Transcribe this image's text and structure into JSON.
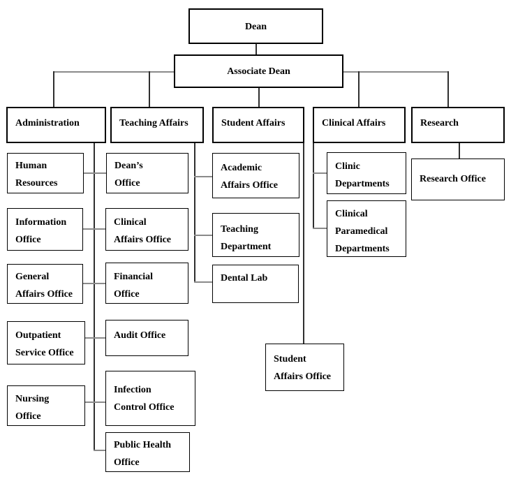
{
  "nodes": {
    "dean": {
      "label": "Dean"
    },
    "associate_dean": {
      "label": "Associate Dean"
    },
    "administration": {
      "label": "Administration"
    },
    "teaching_affairs": {
      "label": "Teaching Affairs"
    },
    "student_affairs": {
      "label": "Student Affairs"
    },
    "clinical_affairs": {
      "label": "Clinical Affairs"
    },
    "research": {
      "label": "Research"
    },
    "human_resources": {
      "label": "Human\nResources"
    },
    "information_office": {
      "label": "Information\nOffice"
    },
    "general_affairs_office": {
      "label": "General\nAffairs Office"
    },
    "outpatient_service_office": {
      "label": "Outpatient\nService Office"
    },
    "nursing_office": {
      "label": "Nursing\nOffice"
    },
    "deans_office": {
      "label": "Dean’s\nOffice"
    },
    "clinical_affairs_office": {
      "label": "Clinical\nAffairs Office"
    },
    "financial_office": {
      "label": "Financial\nOffice"
    },
    "audit_office": {
      "label": "Audit Office"
    },
    "infection_control_office": {
      "label": "Infection\nControl Office"
    },
    "public_health_office": {
      "label": "Public Health\nOffice"
    },
    "academic_affairs_office": {
      "label": "Academic\nAffairs Office"
    },
    "teaching_department": {
      "label": "Teaching\nDepartment"
    },
    "dental_lab": {
      "label": "Dental Lab"
    },
    "student_affairs_office": {
      "label": "Student\nAffairs Office"
    },
    "clinic_departments": {
      "label": "Clinic\nDepartments"
    },
    "clinical_paramedical_departments": {
      "label": "Clinical\nParamedical\nDepartments"
    },
    "research_office": {
      "label": "Research Office"
    }
  },
  "hierarchy": {
    "dean": [
      "associate_dean"
    ],
    "associate_dean": [
      "administration",
      "teaching_affairs",
      "student_affairs",
      "clinical_affairs",
      "research"
    ],
    "administration": [
      "human_resources",
      "information_office",
      "general_affairs_office",
      "outpatient_service_office",
      "nursing_office"
    ],
    "teaching_affairs": [
      "deans_office",
      "clinical_affairs_office",
      "financial_office",
      "audit_office",
      "infection_control_office",
      "public_health_office"
    ],
    "student_affairs": [
      "academic_affairs_office",
      "teaching_department",
      "dental_lab",
      "student_affairs_office"
    ],
    "clinical_affairs": [
      "clinic_departments",
      "clinical_paramedical_departments"
    ],
    "research": [
      "research_office"
    ]
  },
  "colors": {
    "box_border": "#000000",
    "connector_vertical": "#2f2f2f",
    "connector_horizontal": "#8a8a8a",
    "background": "#ffffff"
  }
}
